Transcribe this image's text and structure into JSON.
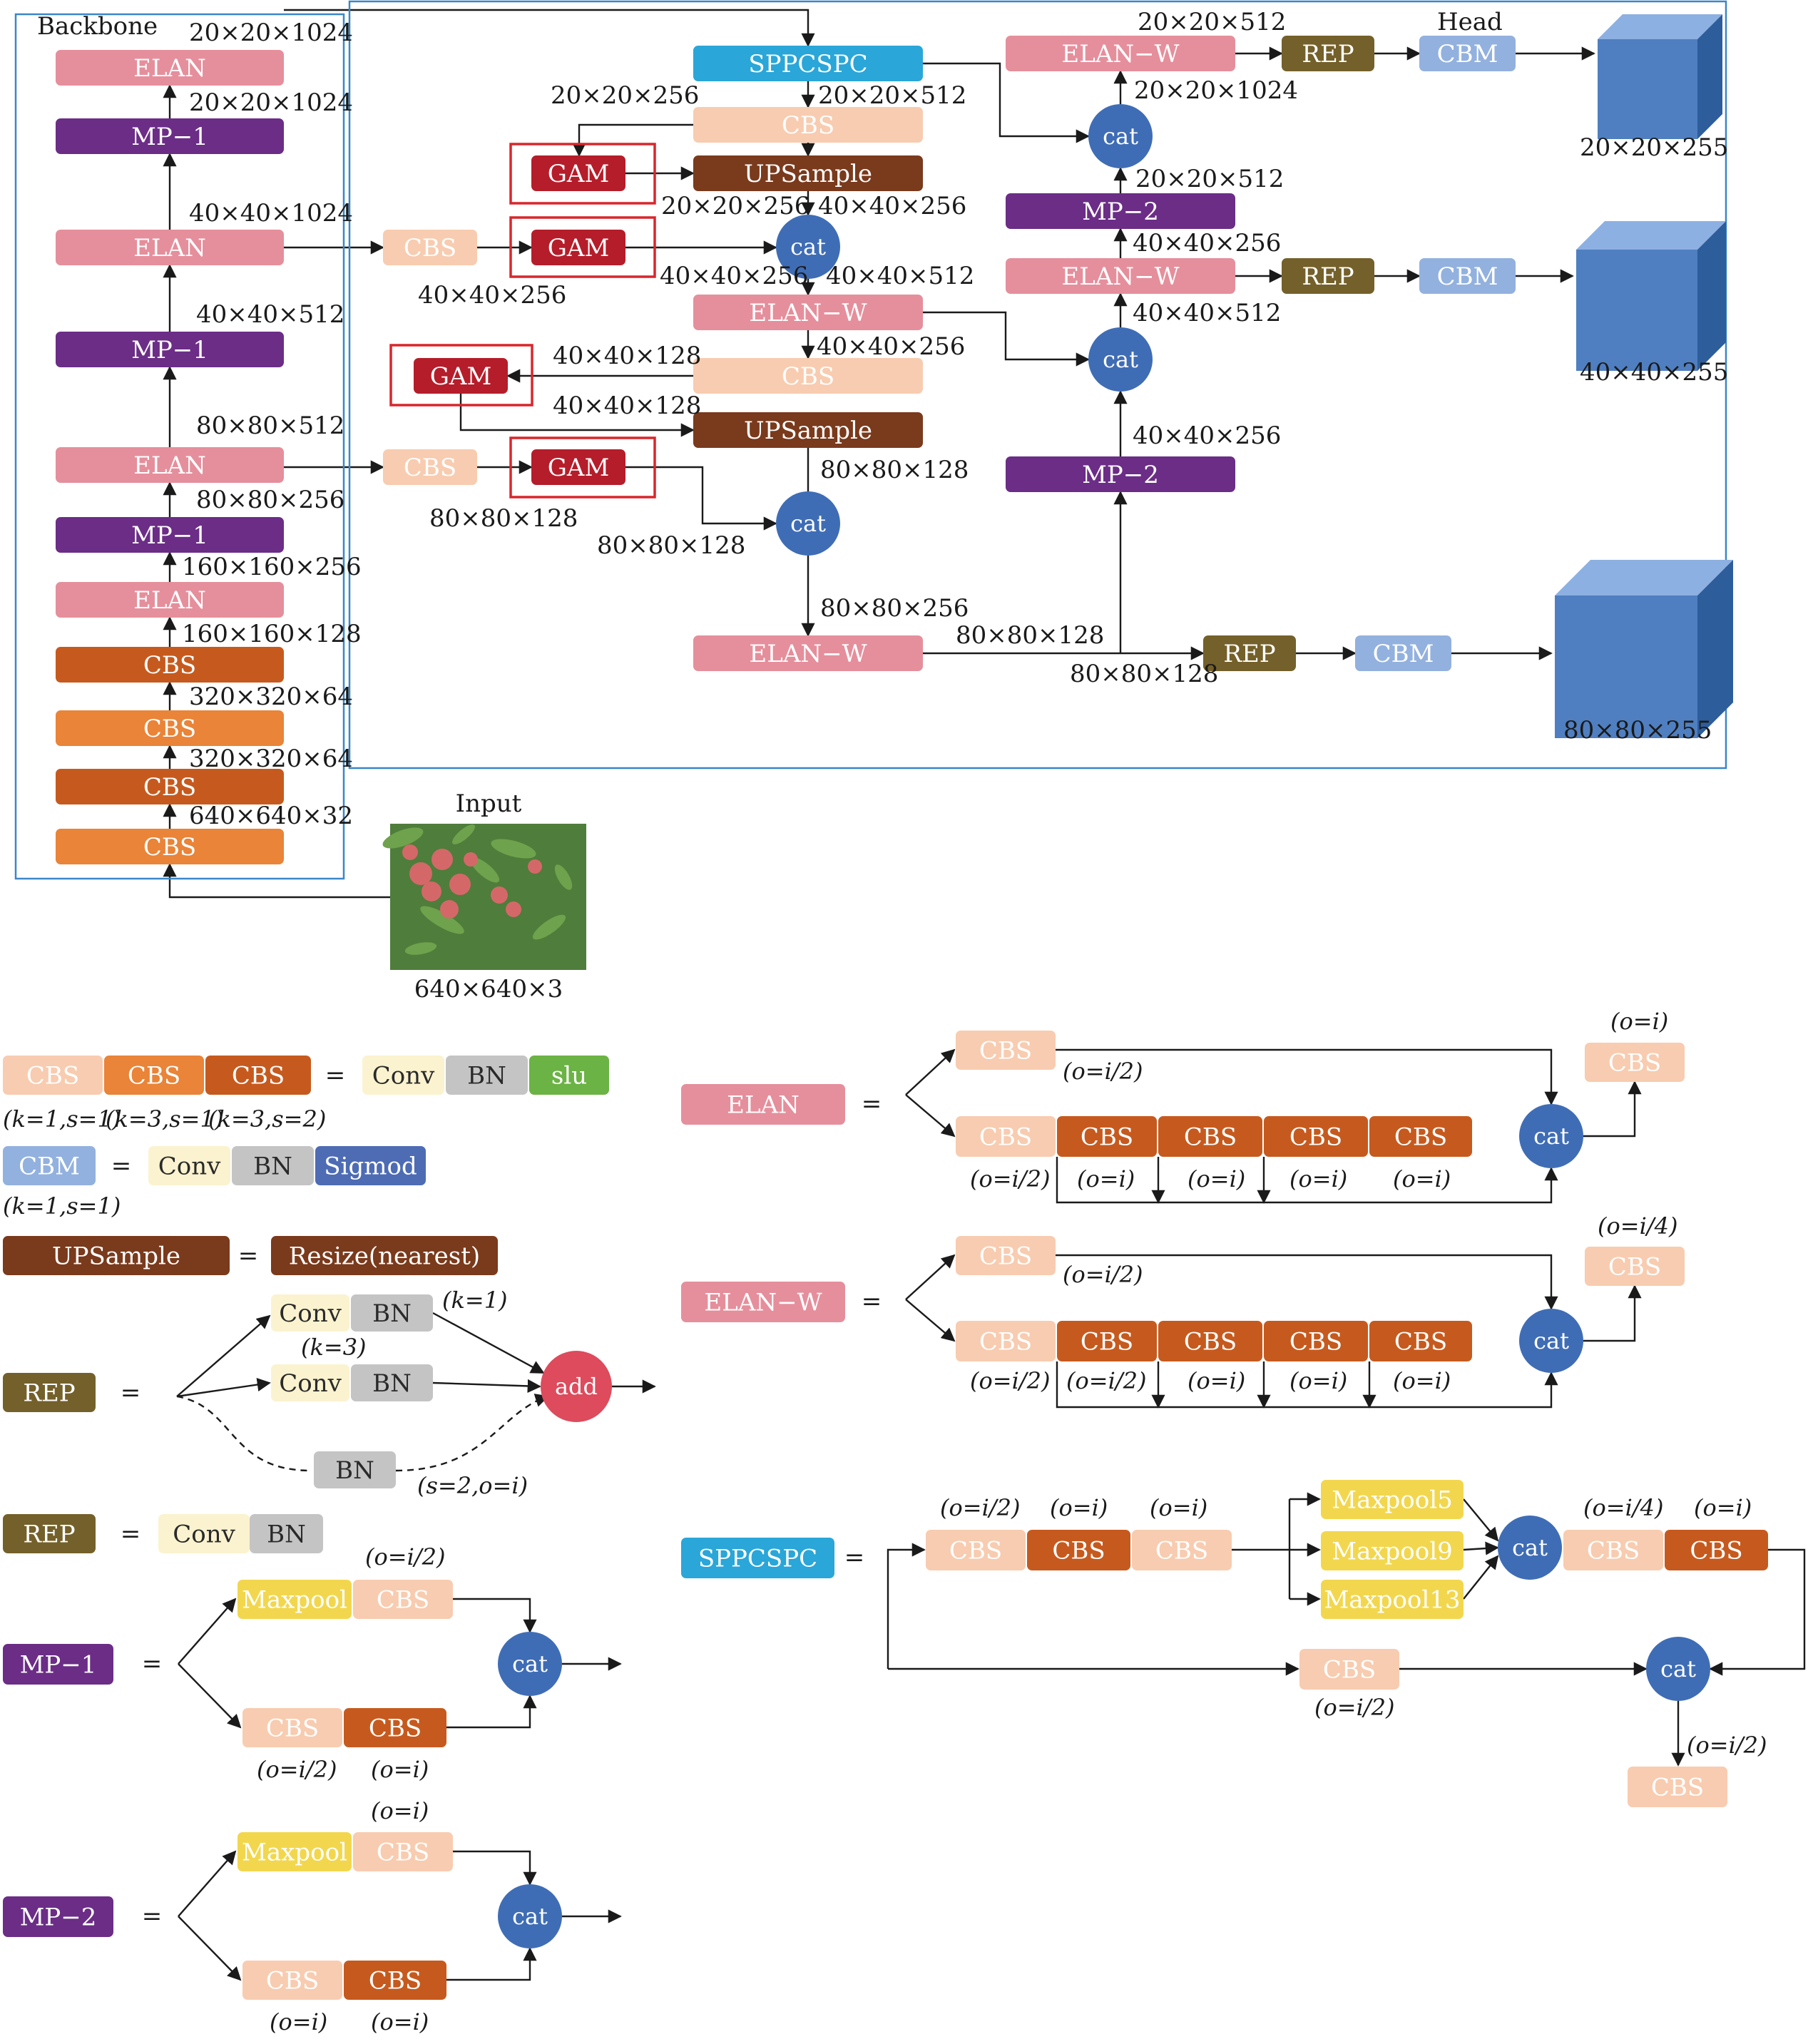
{
  "colors": {
    "elan": "#e58f9c",
    "mp": "#6b2d86",
    "cbs_light": "#f8ccb0",
    "cbs_mid": "#e98438",
    "cbs_dark": "#c65a1e",
    "sppcspc": "#2aa6d8",
    "upsample": "#7a3a1c",
    "gam": "#b51d2a",
    "gam_frame": "#d8262c",
    "cat": "#3f6db5",
    "rep": "#74602a",
    "cbm": "#93b1de",
    "conv": "#fbf3cf",
    "bn": "#c4c4c4",
    "slu": "#6bb344",
    "sigmod": "#4d6cb4",
    "maxpool": "#f2d74e",
    "add": "#dd4b5c",
    "frame": "#3a87c7",
    "cube_front": "#4f7fc0",
    "cube_top": "#8db0e2",
    "cube_side": "#2d5d9b",
    "img_bg": "#4f7d3b",
    "fruit": "#d46868",
    "leaf": "#6fa24c"
  },
  "labels": {
    "backbone": "Backbone",
    "head": "Head",
    "input": "Input",
    "elan": "ELAN",
    "elanw": "ELAN−W",
    "mp1": "MP−1",
    "mp2": "MP−2",
    "cbs": "CBS",
    "sppcspc": "SPPCSPC",
    "upsample": "UPSample",
    "gam": "GAM",
    "cat": "cat",
    "rep": "REP",
    "cbm": "CBM",
    "conv": "Conv",
    "bn": "BN",
    "slu": "slu",
    "sigmod": "Sigmod",
    "resize": "Resize(nearest)",
    "add": "add",
    "maxpool": "Maxpool",
    "maxpool5": "Maxpool5",
    "maxpool9": "Maxpool9",
    "maxpool13": "Maxpool13",
    "eq": "="
  },
  "dims": {
    "d20_1024": "20×20×1024",
    "d40_1024": "40×40×1024",
    "d40_512": "40×40×512",
    "d80_512": "80×80×512",
    "d80_256": "80×80×256",
    "d160_256": "160×160×256",
    "d160_128": "160×160×128",
    "d320_64": "320×320×64",
    "d640_32": "640×640×32",
    "d640_3": "640×640×3",
    "d20_256": "20×20×256",
    "d20_512": "20×20×512",
    "d40_256": "40×40×256",
    "d40_128": "40×40×128",
    "d80_128": "80×80×128",
    "d20_255": "20×20×255",
    "d40_255": "40×40×255",
    "d80_255": "80×80×255"
  },
  "params": {
    "k1s1": "(k=1,s=1)",
    "k3s1": "(k=3,s=1)",
    "k3s2": "(k=3,s=2)",
    "k1": "(k=1)",
    "k3": "(k=3)",
    "s2oi": "(s=2,o=i)",
    "o_i": "(o=i)",
    "o_i2": "(o=i/2)",
    "o_i4": "(o=i/4)"
  }
}
